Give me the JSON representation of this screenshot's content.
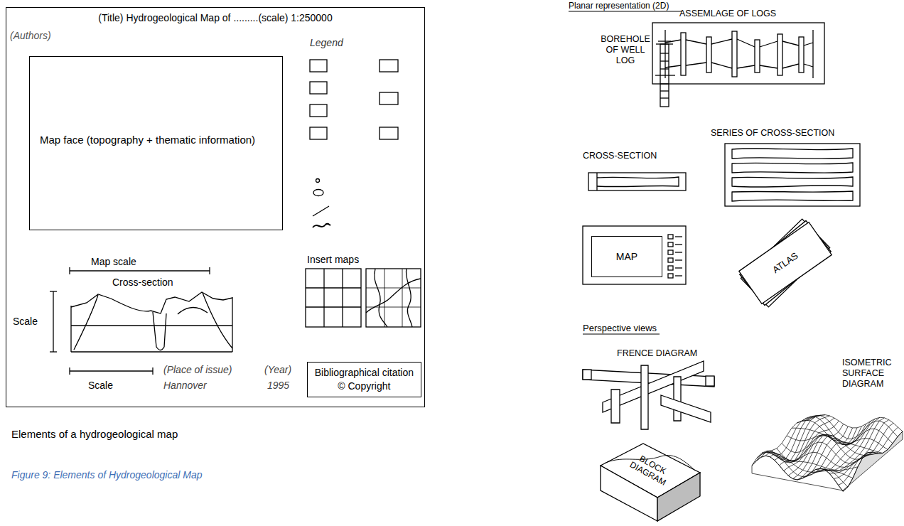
{
  "diagram": {
    "caption": "Figure 9: Elements of Hydrogeological Map",
    "nodes": [
      {
        "text": [
          "(Title) Hydrogeological Map of .........(scale) 1:250000"
        ]
      },
      {
        "text": [
          "Map face (topography + thematic information)"
        ],
        "in": 0
      },
      {
        "text": [
          "Bibliographical citation",
          "© Copyright"
        ],
        "in": 0
      },
      {
        "text": [
          "MAP"
        ]
      }
    ],
    "labels": [
      "(Authors)",
      "Legend",
      "Map scale",
      "Cross-section",
      "Scale",
      "Scale",
      "(Place of issue)",
      "Hannover",
      "(Year)",
      "1995",
      "Insert maps",
      "Elements of a hydrogeological map",
      "Planar representation (2D)",
      "ASSEMLAGE OF LOGS",
      "BOREHOLE OF WELL LOG",
      "SERIES OF CROSS-SECTION",
      "CROSS-SECTION",
      "ATLAS",
      "Perspective views",
      "FRENCE DIAGRAM",
      "ISOMETRIC SURFACE DIAGRAM",
      "BLOCK DIAGRAM"
    ]
  }
}
